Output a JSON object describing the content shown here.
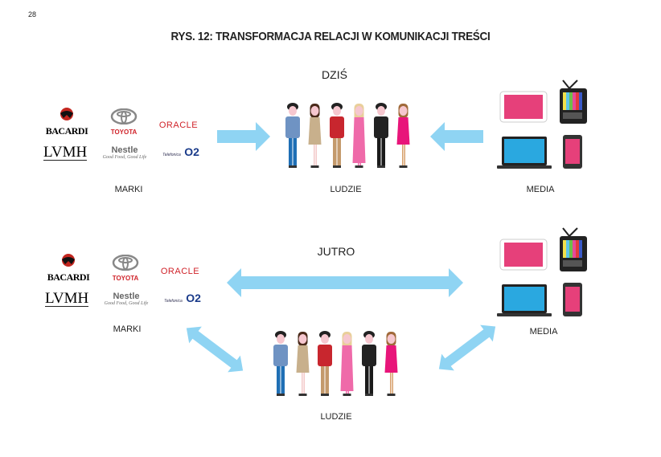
{
  "page_number": "28",
  "title": "RYS. 12: TRANSFORMACJA RELACJI W KOMUNIKACJI TREŚCI",
  "today": {
    "heading": "DZIŚ",
    "brands_label": "MARKI",
    "people_label": "LUDZIE",
    "media_label": "MEDIA"
  },
  "tomorrow": {
    "heading": "JUTRO",
    "brands_label": "MARKI",
    "people_label": "LUDZIE",
    "media_label": "MEDIA"
  },
  "brands": {
    "bacardi": "BACARDI",
    "toyota": "TOYOTA",
    "oracle": "ORACLE",
    "lvmh": "LVMH",
    "nestle": "Nestle",
    "nestle_tagline": "Good Food, Good Life",
    "telefonica": "Telefonica",
    "o2": "O2"
  },
  "colors": {
    "arrow": "#8fd4f3",
    "tablet": "#e6407a",
    "laptop": "#2aa8e0",
    "text": "#222222"
  },
  "people": [
    {
      "hair": "#222",
      "top": "#6f93c3",
      "legs": "#1f6fb5",
      "dress": false
    },
    {
      "hair": "#4a2a1a",
      "top": "#c8b08c",
      "legs": "#f3c9c9",
      "dress": true
    },
    {
      "hair": "#222",
      "top": "#c8262e",
      "legs": "#c49a6c",
      "dress": false
    },
    {
      "hair": "#e9cf9a",
      "top": "#ef6aa9",
      "legs": "#ef6aa9",
      "dress": true
    },
    {
      "hair": "#222",
      "top": "#222",
      "legs": "#1a1a1a",
      "dress": false
    },
    {
      "hair": "#a06a3a",
      "top": "#e8157a",
      "legs": "#d7a06c",
      "dress": true
    }
  ]
}
